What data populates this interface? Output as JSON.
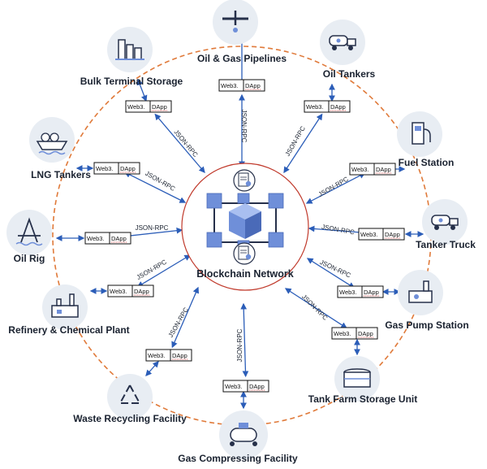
{
  "center": {
    "label": "Blockchain Network"
  },
  "web3": "Web3.",
  "dapp": "DApp",
  "rpc": "JSON-RPC",
  "nodes": [
    {
      "label": "Oil & Gas Pipelines",
      "icon": "pipeline-valve-icon"
    },
    {
      "label": "Oil Tankers",
      "icon": "oil-tanker-truck-icon"
    },
    {
      "label": "Fuel Station",
      "icon": "fuel-pump-icon"
    },
    {
      "label": "Tanker Truck",
      "icon": "tanker-truck-icon"
    },
    {
      "label": "Gas Pump Station",
      "icon": "gas-pump-station-icon"
    },
    {
      "label": "Tank Farm Storage Unit",
      "icon": "storage-tank-icon"
    },
    {
      "label": "Gas Compressing Facility",
      "icon": "compressor-icon"
    },
    {
      "label": "Waste Recycling Facility",
      "icon": "recycle-icon"
    },
    {
      "label": "Refinery & Chemical Plant",
      "icon": "refinery-icon"
    },
    {
      "label": "Oil Rig",
      "icon": "oil-rig-icon"
    },
    {
      "label": "LNG Tankers",
      "icon": "lng-ship-icon"
    },
    {
      "label": "Bulk Terminal Storage",
      "icon": "bulk-storage-icon"
    }
  ],
  "colors": {
    "ring": "#e07a3a",
    "arrow": "#2b5db8",
    "node_fill": "#e8edf3",
    "cube": "#6f8fd9",
    "center_border": "#c0392b"
  }
}
